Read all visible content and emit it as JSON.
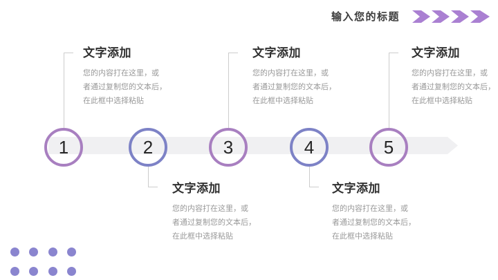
{
  "header": {
    "title": "输入您的标题",
    "chevron_color": "#aa80d2",
    "chevron_count": 4
  },
  "timeline": {
    "band_color": "#f0f0f2",
    "connector_color": "#cccccc",
    "steps": [
      {
        "number": "1",
        "ring_color": "#a87fc0",
        "label_position": "above",
        "heading": "文字添加",
        "body_lines": [
          "您的内容打在这里，或",
          "者通过复制您的文本后，",
          "在此框中选择粘贴"
        ]
      },
      {
        "number": "2",
        "ring_color": "#7d82c6",
        "label_position": "below",
        "heading": "文字添加",
        "body_lines": [
          "您的内容打在这里，或",
          "者通过复制您的文本后，",
          "在此框中选择粘贴"
        ]
      },
      {
        "number": "3",
        "ring_color": "#a87fc0",
        "label_position": "above",
        "heading": "文字添加",
        "body_lines": [
          "您的内容打在这里，或",
          "者通过复制您的文本后，",
          "在此框中选择粘贴"
        ]
      },
      {
        "number": "4",
        "ring_color": "#7d82c6",
        "label_position": "below",
        "heading": "文字添加",
        "body_lines": [
          "您的内容打在这里，或",
          "者通过复制您的文本后，",
          "在此框中选择粘贴"
        ]
      },
      {
        "number": "5",
        "ring_color": "#a87fc0",
        "label_position": "above",
        "heading": "文字添加",
        "body_lines": [
          "您的内容打在这里，或",
          "者通过复制您的文本后，",
          "在此框中选择粘贴"
        ]
      }
    ]
  },
  "decor": {
    "dot_color": "#8a85cf",
    "dot_grid": {
      "rows": 2,
      "cols": 4
    }
  }
}
